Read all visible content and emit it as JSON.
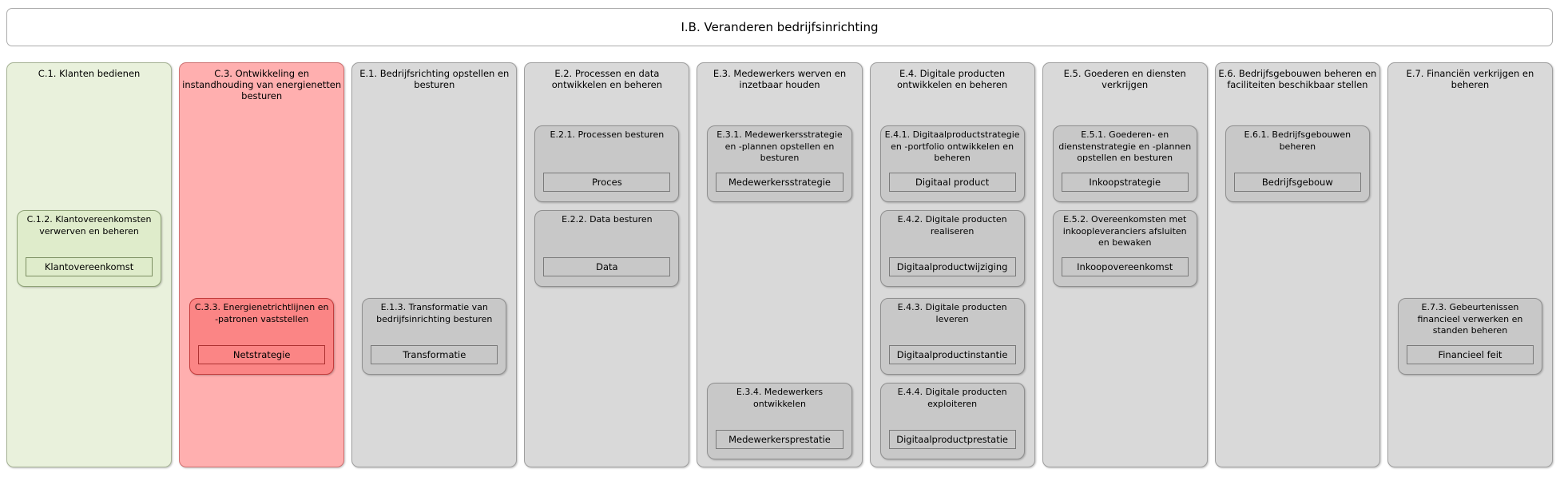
{
  "title": "I.B. Veranderen bedrijfsinrichting",
  "colors": {
    "page_background": "#ffffff",
    "title_border": "#ababab",
    "themes": {
      "green": {
        "column_bg": "#e9f1dc",
        "column_border": "#a5b294",
        "box_bg": "#dfeccb",
        "box_border": "#8fa377",
        "inner_border": "#7c8f62"
      },
      "red": {
        "column_bg": "#ffafaf",
        "column_border": "#cf7070",
        "box_bg": "#fb8585",
        "box_border": "#c43c3c",
        "inner_border": "#ad3232"
      },
      "gray": {
        "column_bg": "#d9d9d9",
        "column_border": "#9e9e9e",
        "box_bg": "#c8c8c8",
        "box_border": "#8f8f8f",
        "inner_border": "#7a7a7a"
      }
    }
  },
  "columns": [
    {
      "id": "C.1",
      "label": "C.1. Klanten bedienen",
      "theme": "green",
      "boxes": [
        {
          "id": "C.1.2",
          "label": "C.1.2. Klantovereenkomsten verwerven en beheren",
          "object": "Klantovereenkomst",
          "row": 2
        }
      ]
    },
    {
      "id": "C.3",
      "label": "C.3. Ontwikkeling en instandhouding van energienetten besturen",
      "theme": "red",
      "boxes": [
        {
          "id": "C.3.3",
          "label": "C.3.3. Energienetrichtlijnen en -patronen vaststellen",
          "object": "Netstrategie",
          "row": 3
        }
      ]
    },
    {
      "id": "E.1",
      "label": "E.1. Bedrijfsrichting opstellen en besturen",
      "theme": "gray",
      "boxes": [
        {
          "id": "E.1.3",
          "label": "E.1.3. Transformatie van bedrijfsinrichting besturen",
          "object": "Transformatie",
          "row": 3
        }
      ]
    },
    {
      "id": "E.2",
      "label": "E.2. Processen en data ontwikkelen en beheren",
      "theme": "gray",
      "boxes": [
        {
          "id": "E.2.1",
          "label": "E.2.1. Processen besturen",
          "object": "Proces",
          "row": 1
        },
        {
          "id": "E.2.2",
          "label": "E.2.2. Data besturen",
          "object": "Data",
          "row": 2
        }
      ]
    },
    {
      "id": "E.3",
      "label": "E.3. Medewerkers werven en inzetbaar houden",
      "theme": "gray",
      "boxes": [
        {
          "id": "E.3.1",
          "label": "E.3.1. Medewerkersstrategie en -plannen opstellen en besturen",
          "object": "Medewerkersstrategie",
          "row": 1
        },
        {
          "id": "E.3.4",
          "label": "E.3.4. Medewerkers ontwikkelen",
          "object": "Medewerkersprestatie",
          "row": 4
        }
      ]
    },
    {
      "id": "E.4",
      "label": "E.4. Digitale producten ontwikkelen en beheren",
      "theme": "gray",
      "boxes": [
        {
          "id": "E.4.1",
          "label": "E.4.1. Digitaalproductstrategie en -portfolio ontwikkelen en beheren",
          "object": "Digitaal product",
          "row": 1
        },
        {
          "id": "E.4.2",
          "label": "E.4.2. Digitale producten realiseren",
          "object": "Digitaalproductwijziging",
          "row": 2
        },
        {
          "id": "E.4.3",
          "label": "E.4.3. Digitale producten leveren",
          "object": "Digitaalproductinstantie",
          "row": 3
        },
        {
          "id": "E.4.4",
          "label": "E.4.4. Digitale producten exploiteren",
          "object": "Digitaalproductprestatie",
          "row": 4
        }
      ]
    },
    {
      "id": "E.5",
      "label": "E.5. Goederen en diensten verkrijgen",
      "theme": "gray",
      "boxes": [
        {
          "id": "E.5.1",
          "label": "E.5.1. Goederen- en dienstenstrategie en -plannen opstellen en besturen",
          "object": "Inkoopstrategie",
          "row": 1
        },
        {
          "id": "E.5.2",
          "label": "E.5.2. Overeenkomsten met inkoopleveranciers afsluiten en bewaken",
          "object": "Inkoopovereenkomst",
          "row": 2
        }
      ]
    },
    {
      "id": "E.6",
      "label": "E.6. Bedrijfsgebouwen beheren en faciliteiten beschikbaar stellen",
      "theme": "gray",
      "boxes": [
        {
          "id": "E.6.1",
          "label": "E.6.1. Bedrijfsgebouwen beheren",
          "object": "Bedrijfsgebouw",
          "row": 1
        }
      ]
    },
    {
      "id": "E.7",
      "label": "E.7. Financiën verkrijgen en beheren",
      "theme": "gray",
      "boxes": [
        {
          "id": "E.7.3",
          "label": "E.7.3. Gebeurtenissen financieel verwerken en standen beheren",
          "object": "Financieel feit",
          "row": 3
        }
      ]
    }
  ]
}
